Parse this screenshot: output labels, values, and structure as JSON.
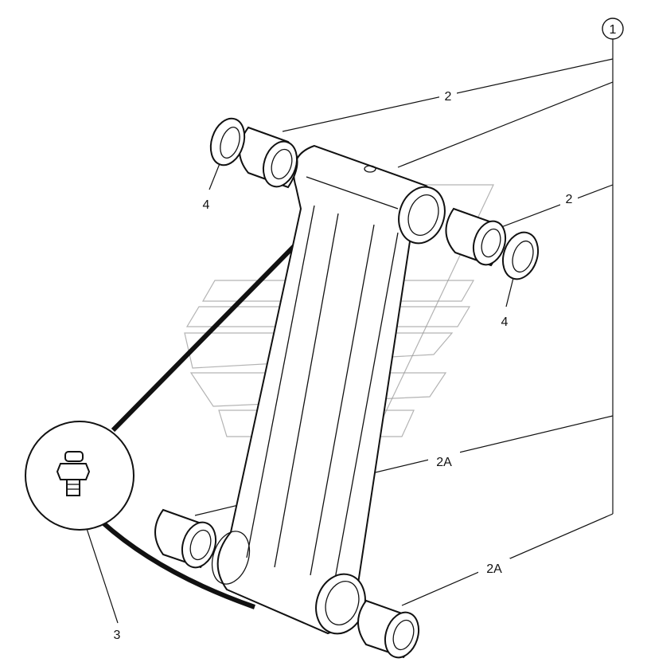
{
  "labels": {
    "assembly": "1",
    "bushing_upper": "2",
    "bushing_right": "2",
    "bushing_lower_left": "2A",
    "bushing_lower_right": "2A",
    "grease_fitting": "3",
    "seal_left": "4",
    "seal_right": "4"
  },
  "colors": {
    "line": "#111111",
    "background": "#ffffff",
    "watermark": "#9a9a9a"
  }
}
